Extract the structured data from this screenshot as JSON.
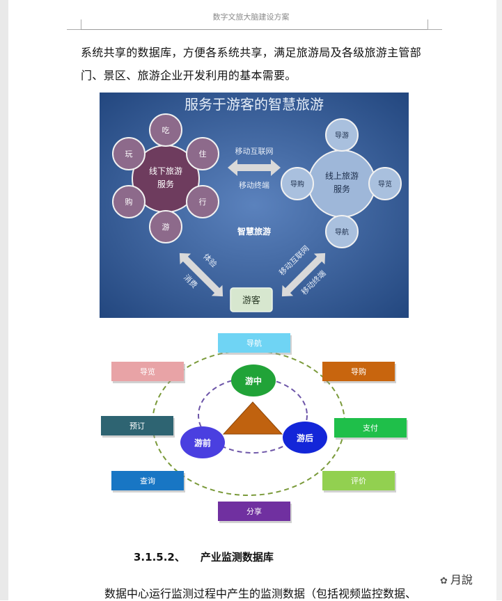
{
  "page": {
    "header_title": "数字文旅大脑建设方案",
    "para1_line1": "系统共享的数据库，方便各系统共享，满足旅游局及各级旅游主管部",
    "para1_line2": "门、景区、旅游企业开发利用的基本需要。",
    "section_number": "3.1.5.2、",
    "section_title": "产业监测数据库",
    "para2": "数据中心运行监测过程中产生的监测数据（包括视频监控数据、",
    "watermark": "月說"
  },
  "figure1": {
    "title": "服务于游客的智慧旅游",
    "offline_center": [
      "线下旅游",
      "服务"
    ],
    "offline_items": [
      "吃",
      "住",
      "行",
      "游",
      "购",
      "玩"
    ],
    "online_center": [
      "线上旅游",
      "服务"
    ],
    "online_items": [
      "导游",
      "导览",
      "导航",
      "导购"
    ],
    "arrow_top_upper": "移动互联网",
    "arrow_top_lower": "移动终端",
    "center_label": "智慧旅游",
    "left_diag_1": "体验",
    "left_diag_2": "消费",
    "right_diag_1": "移动互联网",
    "right_diag_2": "移动终端",
    "tourist": "游客"
  },
  "figure2": {
    "center_top": "游中",
    "center_left": "游前",
    "center_right": "游后",
    "boxes": {
      "top": "导航",
      "top_left": "导览",
      "top_right": "导购",
      "mid_left": "预订",
      "mid_right": "支付",
      "bottom_left": "查询",
      "bottom_right": "评价",
      "bottom": "分享"
    },
    "colors": {
      "top": "#6fd4f4",
      "top_left": "#e8a3a6",
      "top_right": "#c8650e",
      "mid_left": "#2e6472",
      "mid_right": "#1fbf4a",
      "bottom_left": "#1876c4",
      "bottom_right": "#92d050",
      "bottom": "#7030a0"
    }
  }
}
